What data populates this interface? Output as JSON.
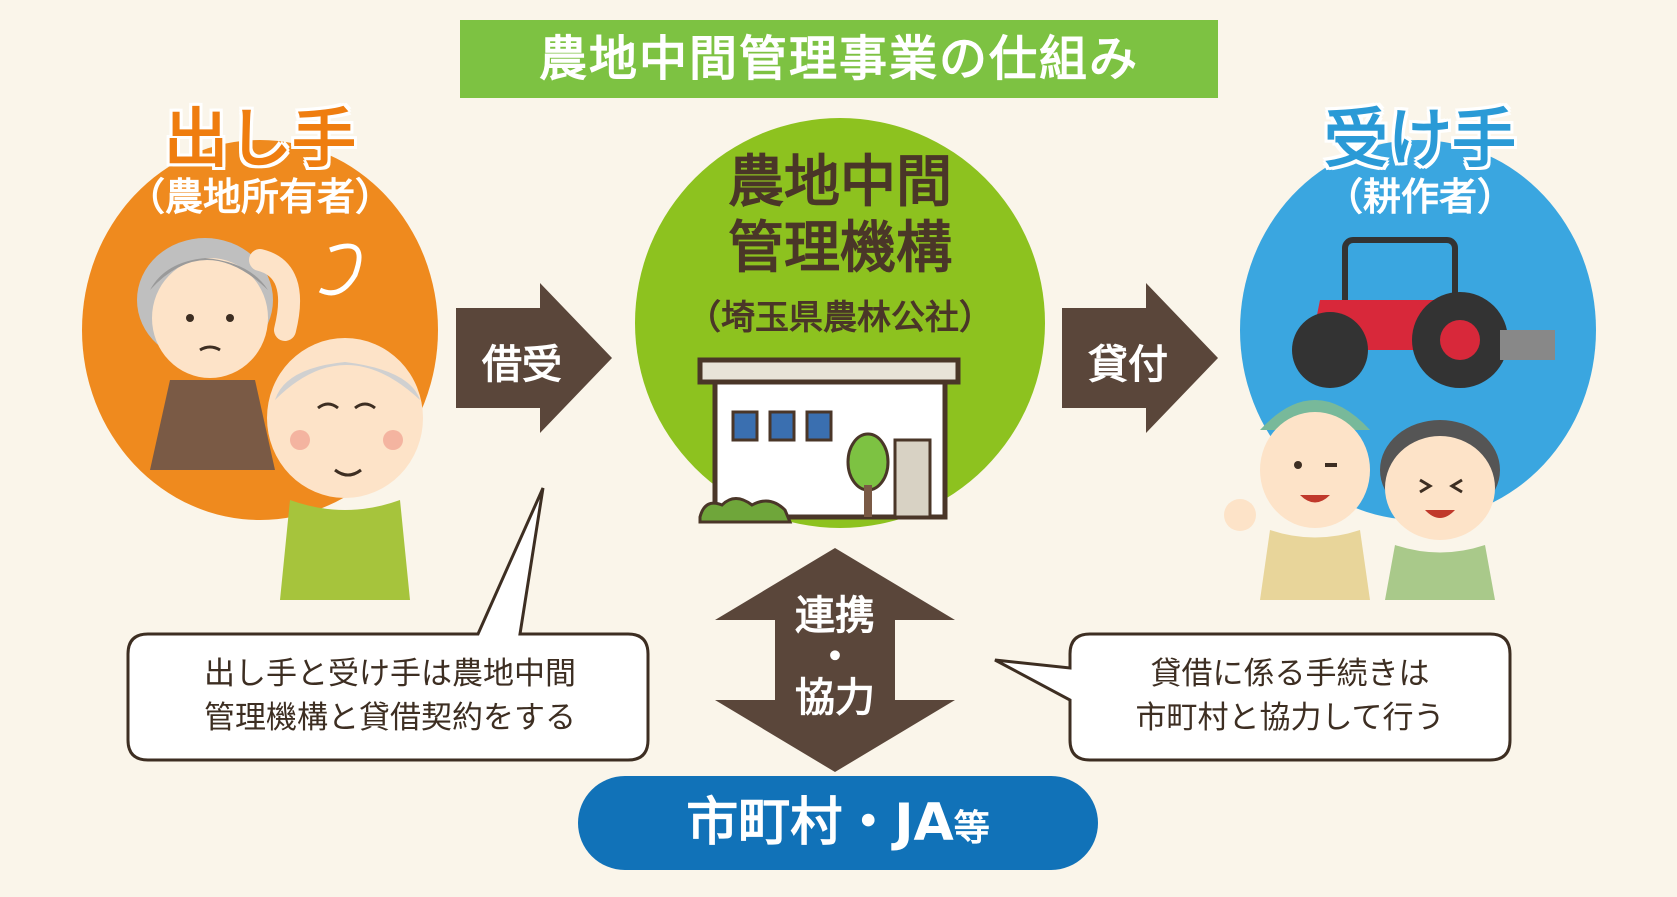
{
  "title": "農地中間管理事業の仕組み",
  "giver": {
    "title": "出し手",
    "subtitle": "（農地所有者）"
  },
  "organization": {
    "name_line1": "農地中間",
    "name_line2": "管理機構",
    "subtitle": "（埼玉県農林公社）"
  },
  "taker": {
    "title": "受け手",
    "subtitle": "（耕作者）"
  },
  "arrows": {
    "borrow": "借受",
    "lend": "貸付"
  },
  "cooperation": {
    "line1": "連携",
    "dot": "・",
    "line2": "協力"
  },
  "bubble_left": {
    "line1": "出し手と受け手は農地中間",
    "line2": "管理機構と貸借契約をする"
  },
  "bubble_right": {
    "line1": "貸借に係る手続きは",
    "line2": "市町村と協力して行う"
  },
  "municipality": {
    "main": "市町村・JA",
    "suffix": "等"
  },
  "colors": {
    "title_green": "#7dc242",
    "giver_orange": "#ef8a1e",
    "org_green": "#8dc21f",
    "taker_blue": "#3aa6e0",
    "arrow_brown": "#5a463a",
    "pill_blue": "#1172b8"
  }
}
